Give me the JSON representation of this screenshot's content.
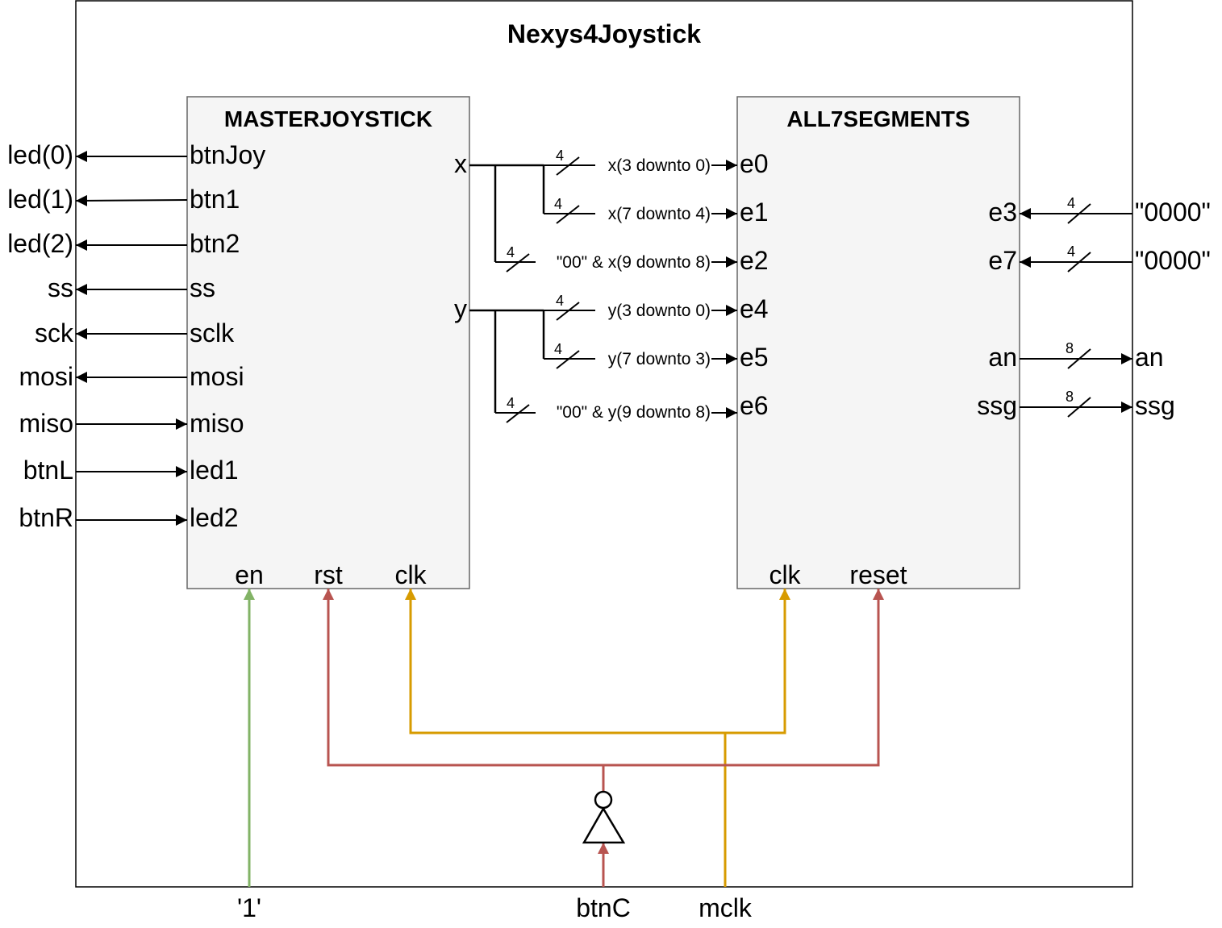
{
  "diagram": {
    "title": "Nexys4Joystick",
    "blocks": {
      "master": {
        "name": "MASTERJOYSTICK",
        "left_pins": [
          "btnJoy",
          "btn1",
          "btn2",
          "ss",
          "sclk",
          "mosi",
          "miso",
          "led1",
          "led2"
        ],
        "right_pins": [
          "x",
          "y"
        ],
        "bottom_pins": [
          "en",
          "rst",
          "clk"
        ]
      },
      "seg": {
        "name": "ALL7SEGMENTS",
        "left_pins": [
          "e0",
          "e1",
          "e2",
          "e4",
          "e5",
          "e6"
        ],
        "right_pins": [
          "e3",
          "e7",
          "an",
          "ssg"
        ],
        "bottom_pins": [
          "clk",
          "reset"
        ]
      }
    },
    "left_signals": [
      "led(0)",
      "led(1)",
      "led(2)",
      "ss",
      "sck",
      "mosi",
      "miso",
      "btnL",
      "btnR"
    ],
    "mid_signals": [
      "x(3 downto 0)",
      "x(7 downto 4)",
      "\"00\" & x(9 downto 8)",
      "y(3 downto 0)",
      "y(7 downto 3)",
      "\"00\" & y(9 downto 8)"
    ],
    "right_signals": [
      "\"0000\"",
      "\"0000\"",
      "an",
      "ssg"
    ],
    "bottom_signals": [
      "'1'",
      "btnC",
      "mclk"
    ],
    "bus_widths": {
      "four": "4",
      "eight": "8"
    },
    "colors": {
      "enable": "#82b366",
      "reset": "#b85450",
      "clock": "#d79b00",
      "block_fill": "#f5f5f5",
      "block_stroke": "#666666"
    }
  }
}
